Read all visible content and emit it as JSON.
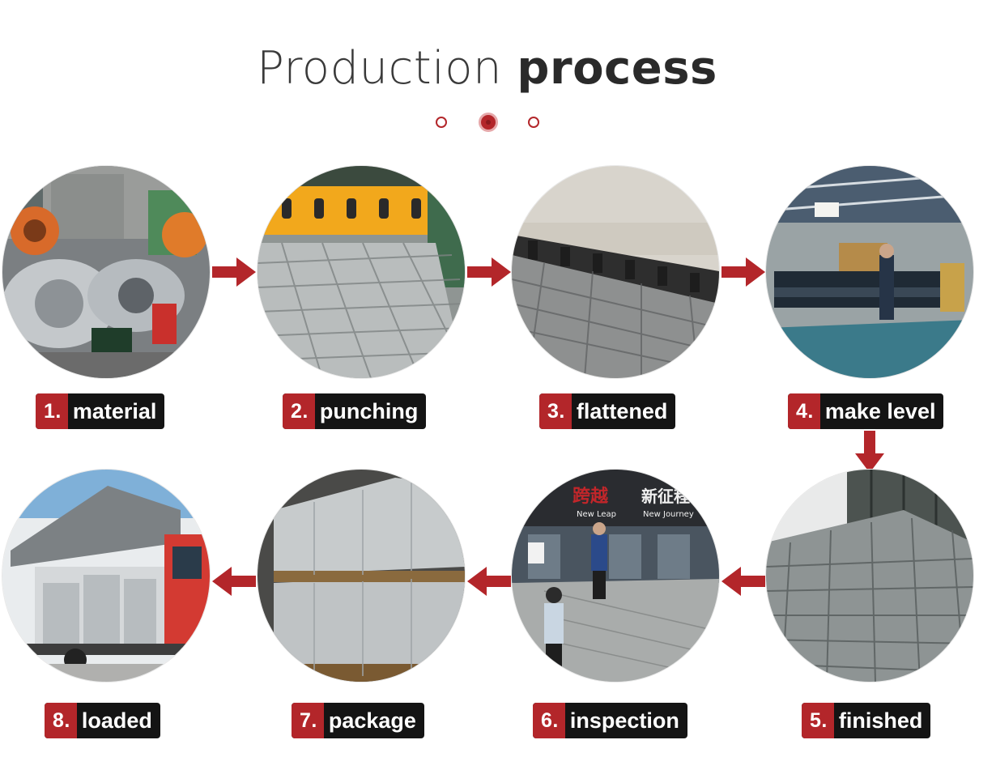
{
  "title": {
    "light": "Production",
    "bold": "process"
  },
  "steps": [
    {
      "num": "1.",
      "label": "material"
    },
    {
      "num": "2.",
      "label": "punching"
    },
    {
      "num": "3.",
      "label": "flattened"
    },
    {
      "num": "4.",
      "label": "make level"
    },
    {
      "num": "5.",
      "label": "finished"
    },
    {
      "num": "6.",
      "label": "inspection"
    },
    {
      "num": "7.",
      "label": "package"
    },
    {
      "num": "8.",
      "label": "loaded"
    }
  ],
  "signage": {
    "brand_cn_1": "跨越",
    "brand_cn_2": "新征程",
    "brand_en_1": "New Leap",
    "brand_en_2": "New Journey"
  },
  "colors": {
    "accent": "#b3262a",
    "label_bg": "#141414",
    "text": "#2a2a2a"
  },
  "icons": [
    "arrow-right-icon",
    "arrow-down-icon",
    "arrow-left-icon",
    "carousel-dot-icon"
  ]
}
